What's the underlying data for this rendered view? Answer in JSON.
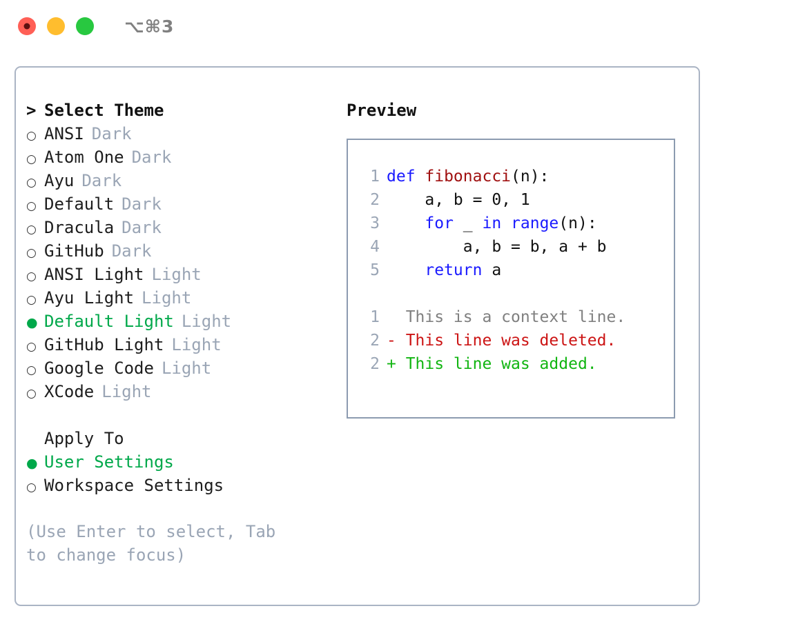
{
  "titlebar": {
    "shortcut": "⌥⌘3",
    "lights": [
      {
        "name": "close",
        "color": "#ff5f56"
      },
      {
        "name": "minimize",
        "color": "#ffbd2e"
      },
      {
        "name": "zoom",
        "color": "#28c840"
      }
    ]
  },
  "theme_picker": {
    "header_marker": ">",
    "header": "Select Theme",
    "items": [
      {
        "marker": "○",
        "label": "ANSI",
        "tag": "Dark",
        "selected": false
      },
      {
        "marker": "○",
        "label": "Atom One",
        "tag": "Dark",
        "selected": false
      },
      {
        "marker": "○",
        "label": "Ayu",
        "tag": "Dark",
        "selected": false
      },
      {
        "marker": "○",
        "label": "Default",
        "tag": "Dark",
        "selected": false
      },
      {
        "marker": "○",
        "label": "Dracula",
        "tag": "Dark",
        "selected": false
      },
      {
        "marker": "○",
        "label": "GitHub",
        "tag": "Dark",
        "selected": false
      },
      {
        "marker": "○",
        "label": "ANSI Light",
        "tag": "Light",
        "selected": false
      },
      {
        "marker": "○",
        "label": "Ayu Light",
        "tag": "Light",
        "selected": false
      },
      {
        "marker": "●",
        "label": "Default Light",
        "tag": "Light",
        "selected": true
      },
      {
        "marker": "○",
        "label": "GitHub Light",
        "tag": "Light",
        "selected": false
      },
      {
        "marker": "○",
        "label": "Google Code",
        "tag": "Light",
        "selected": false
      },
      {
        "marker": "○",
        "label": "XCode",
        "tag": "Light",
        "selected": false
      }
    ]
  },
  "apply_to": {
    "title": "Apply To",
    "options": [
      {
        "marker": "●",
        "label": "User Settings",
        "selected": true
      },
      {
        "marker": "○",
        "label": "Workspace Settings",
        "selected": false
      }
    ]
  },
  "hint": "(Use Enter to select, Tab to change focus)",
  "preview": {
    "title": "Preview",
    "code_lines": [
      {
        "num": "1",
        "segments": [
          {
            "text": "def ",
            "kind": "kw"
          },
          {
            "text": "fibonacci",
            "kind": "fn"
          },
          {
            "text": "(n):",
            "kind": "plain"
          }
        ]
      },
      {
        "num": "2",
        "segments": [
          {
            "text": "    a, b = 0, 1",
            "kind": "plain"
          }
        ]
      },
      {
        "num": "3",
        "segments": [
          {
            "text": "    ",
            "kind": "plain"
          },
          {
            "text": "for",
            "kind": "kw"
          },
          {
            "text": " _ ",
            "kind": "plain"
          },
          {
            "text": "in",
            "kind": "kw"
          },
          {
            "text": " ",
            "kind": "plain"
          },
          {
            "text": "range",
            "kind": "kw"
          },
          {
            "text": "(n):",
            "kind": "plain"
          }
        ]
      },
      {
        "num": "4",
        "segments": [
          {
            "text": "        a, b = b, a + b",
            "kind": "plain"
          }
        ]
      },
      {
        "num": "5",
        "segments": [
          {
            "text": "    ",
            "kind": "plain"
          },
          {
            "text": "return",
            "kind": "kw"
          },
          {
            "text": " a",
            "kind": "plain"
          }
        ]
      }
    ],
    "diff_lines": [
      {
        "num": "1",
        "segments": [
          {
            "text": "  This is a context line.",
            "kind": "ctx"
          }
        ]
      },
      {
        "num": "2",
        "segments": [
          {
            "text": "- This line was deleted.",
            "kind": "del"
          }
        ]
      },
      {
        "num": "2",
        "segments": [
          {
            "text": "+ This line was added.",
            "kind": "add"
          }
        ]
      }
    ]
  },
  "colors": {
    "accent_green": "#00a84a",
    "muted_tag": "#9aa5b5",
    "border": "#aab4c4",
    "preview_border": "#8c9bb0",
    "keyword_blue": "#1a1aff",
    "function_red": "#a01010",
    "diff_deleted": "#cc1414",
    "diff_added": "#11b511",
    "diff_context": "#808080"
  }
}
